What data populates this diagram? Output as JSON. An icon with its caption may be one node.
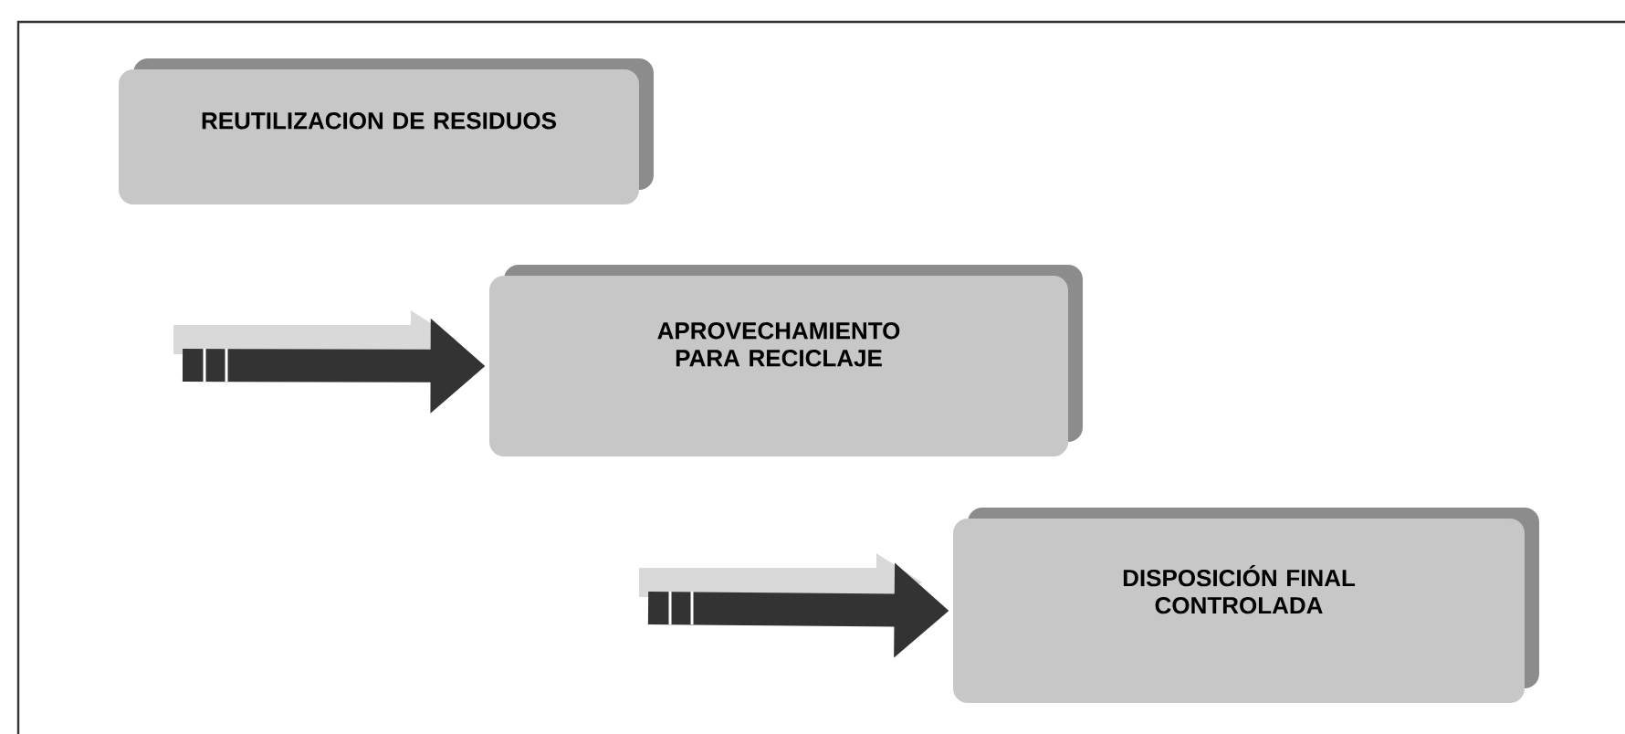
{
  "diagram": {
    "nodes": [
      {
        "text": [
          "REUTILIZACION DE RESIDUOS"
        ]
      },
      {
        "text": [
          "APROVECHAMIENTO PARA RECICLAJE"
        ]
      },
      {
        "text": [
          "DISPOSICIÓN FINAL CONTROLADA"
        ]
      }
    ],
    "edges": [
      {
        "from": null,
        "to": 1,
        "arrow": "to"
      },
      {
        "from": null,
        "to": 2,
        "arrow": "to"
      }
    ]
  }
}
